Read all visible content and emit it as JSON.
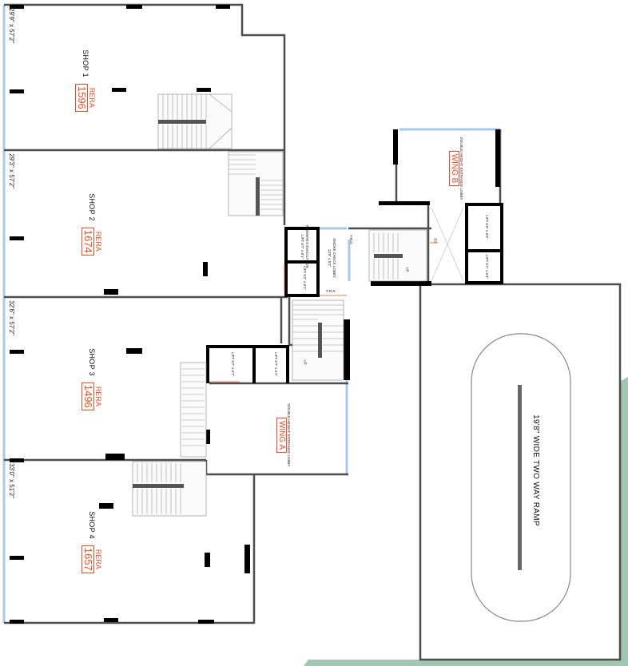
{
  "shops": [
    {
      "name": "SHOP 1",
      "rera_label": "RERA",
      "rera_value": "1596",
      "dimension": "29'9\" x 57'2\""
    },
    {
      "name": "SHOP 2",
      "rera_label": "RERA",
      "rera_value": "1674",
      "dimension": "29'3\" x 57'2\""
    },
    {
      "name": "SHOP 3",
      "rera_label": "RERA",
      "rera_value": "1496",
      "dimension": "32'6\" x 57'2\""
    },
    {
      "name": "SHOP 4",
      "rera_label": "RERA",
      "rera_value": "1657",
      "dimension": "33'0\" x 51'2\""
    }
  ],
  "wing_a": {
    "title": "WING A",
    "lobby": "DOUBLE HEIGHT ENTRANCE LOBBY"
  },
  "wing_b": {
    "title": "WING B",
    "lobby": "DOUBLE HEIGHT ENTRANCE LOBBY"
  },
  "ramp": {
    "label": "19'8\" WIDE TWO WAY RAMP"
  },
  "core": {
    "fireman_lift": "FIREMAN'S EVACUATION LIFT 6'7\" x 6'1\"",
    "lift_upper": "LIFT 6'2\" x 6'1\"",
    "smoke_lobby": "SMOKE CHECK LOBBY 13'5\" x 5'2\"",
    "frd_top": "F.R.D",
    "frd_bottom": "F.R.D",
    "up_top": "UP",
    "up_bottom": "UP",
    "ec": "EC"
  },
  "wing_a_lifts": [
    {
      "label": "LIFT 6'7\" x 6'7\""
    },
    {
      "label": "LIFT 6'7\" x 6'1\""
    }
  ],
  "wing_b_lifts": [
    {
      "label": "LIFT 6'6\" x 6'6\""
    },
    {
      "label": "LIFT 6'1\" x 6'4\""
    }
  ],
  "colors": {
    "wall": "#000000",
    "outline": "#4d4d4d",
    "accent": "#e8502a",
    "glass": "#a9c9ec",
    "landscape": "#9fc7b2"
  }
}
